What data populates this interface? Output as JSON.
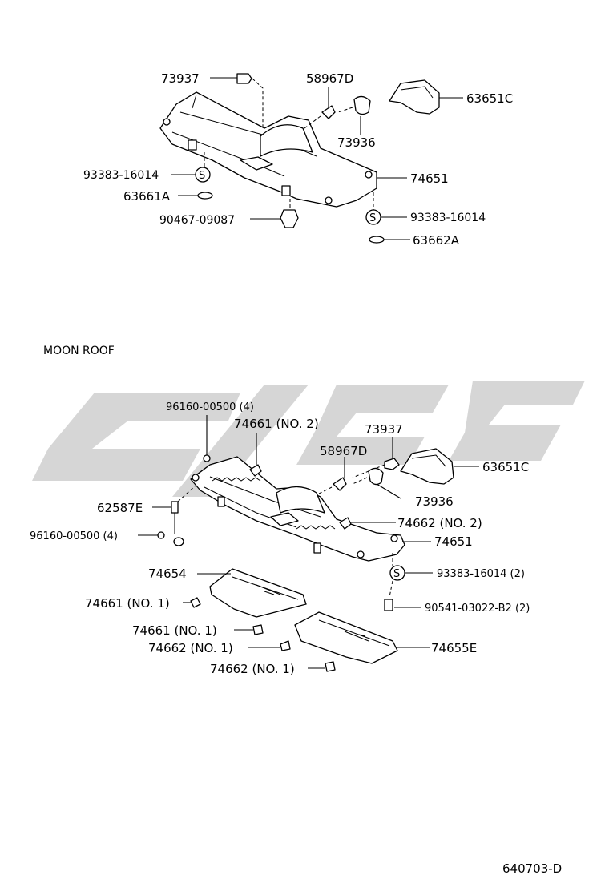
{
  "upper_assembly": {
    "labels": {
      "p73937": "73937",
      "p58967d": "58967D",
      "p63651c": "63651C",
      "p73936": "73936",
      "p93383_left": "93383-16014",
      "p74651": "74651",
      "p63661a": "63661A",
      "p93383_right": "93383-16014",
      "p90467": "90467-09087",
      "p63662a": "63662A"
    },
    "clip_symbol": "S"
  },
  "section_title": "MOON ROOF",
  "moonroof_assembly": {
    "labels": {
      "p96160_top": "96160-00500 (4)",
      "p74661_no2": "74661 (NO. 2)",
      "p73937": "73937",
      "p58967d": "58967D",
      "p63651c": "63651C",
      "p62587e": "62587E",
      "p73936": "73936",
      "p74662_no2": "74662 (NO. 2)",
      "p96160_left": "96160-00500 (4)",
      "p74651": "74651",
      "p74654": "74654",
      "p93383": "93383-16014 (2)",
      "p74661_no1_a": "74661 (NO. 1)",
      "p90541": "90541-03022-B2 (2)",
      "p74661_no1_b": "74661 (NO. 1)",
      "p74655e": "74655E",
      "p74662_no1_a": "74662 (NO. 1)",
      "p74662_no1_b": "74662 (NO. 1)"
    },
    "clip_symbol": "S"
  },
  "diagram_code": "640703-D",
  "colors": {
    "ink": "#000000",
    "watermark": "#cfcfcf",
    "background": "#ffffff"
  }
}
